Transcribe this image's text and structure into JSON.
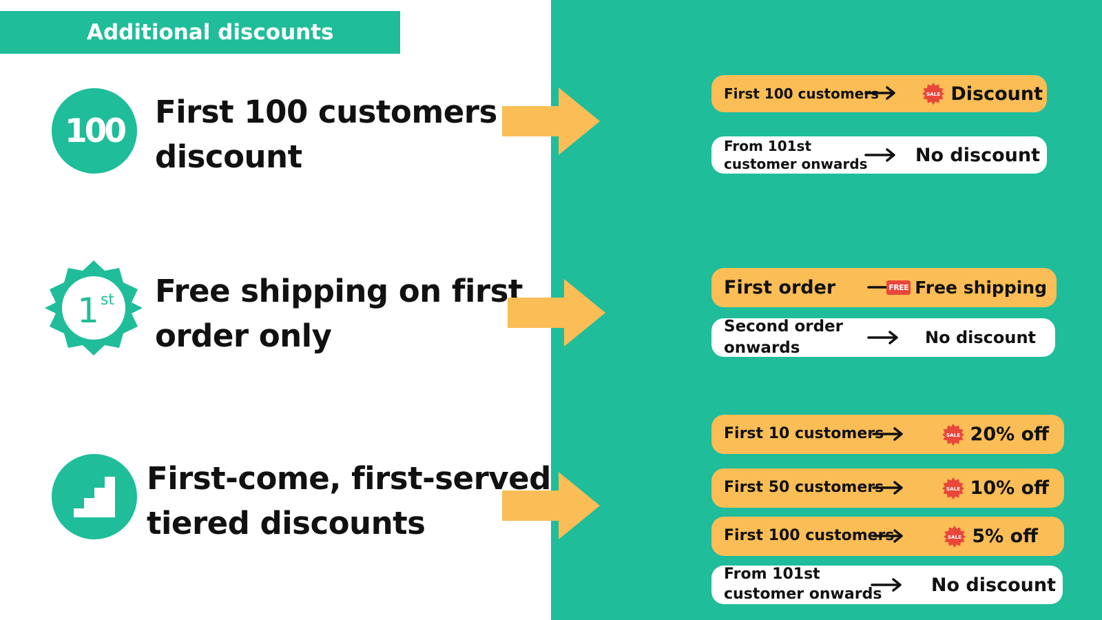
{
  "header": {
    "title": "Additional discounts"
  },
  "colors": {
    "teal": "#1fbd9a",
    "orange": "#fbbd55",
    "sale_red": "#e9473a"
  },
  "features": [
    {
      "icon": "hundred-badge-icon",
      "badge_text": "100",
      "title_line1": "First 100 customers",
      "title_line2": "discount",
      "rules": [
        {
          "label": "First 100 customers",
          "result": "Discount",
          "result_icon": "sale-icon"
        },
        {
          "label_line1": "From 101st",
          "label_line2": "customer onwards",
          "result": "No discount"
        }
      ]
    },
    {
      "icon": "first-order-seal-icon",
      "badge_text": "1",
      "badge_sup": "st",
      "title_line1": "Free shipping on first",
      "title_line2": "order only",
      "rules": [
        {
          "label": "First order",
          "result": "Free shipping",
          "result_icon": "free-icon",
          "result_icon_text": "FREE"
        },
        {
          "label_line1": "Second order",
          "label_line2": "onwards",
          "result": "No discount"
        }
      ]
    },
    {
      "icon": "stairs-icon",
      "title_line1": "First-come, first-served",
      "title_line2": "tiered discounts",
      "rules": [
        {
          "label": "First 10 customers",
          "result": "20% off",
          "result_icon": "sale-icon"
        },
        {
          "label": "First 50 customers",
          "result": "10% off",
          "result_icon": "sale-icon"
        },
        {
          "label": "First 100 customers",
          "result": "5% off",
          "result_icon": "sale-icon"
        },
        {
          "label_line1": "From 101st",
          "label_line2": "customer onwards",
          "result": "No discount"
        }
      ]
    }
  ]
}
